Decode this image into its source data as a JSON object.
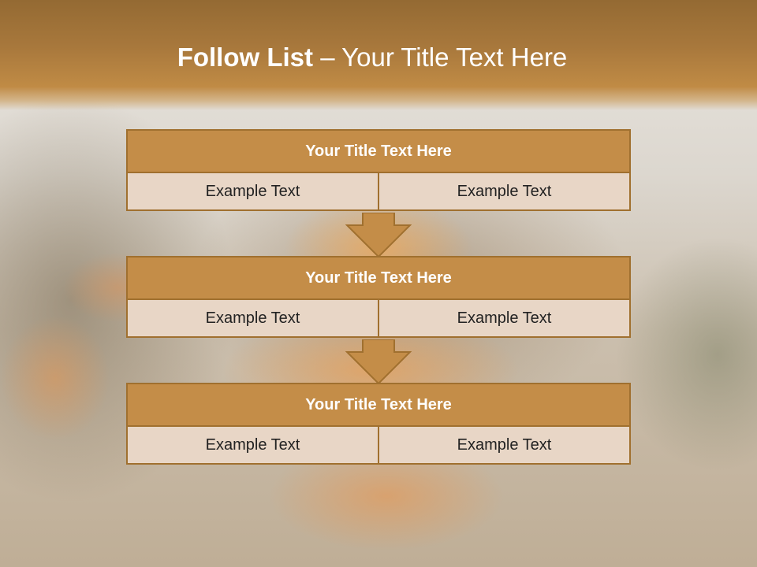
{
  "slide": {
    "title_bold": "Follow List",
    "title_rest": " – Your Title Text Here"
  },
  "steps": [
    {
      "title": "Your Title Text Here",
      "left": "Example Text",
      "right": "Example Text"
    },
    {
      "title": "Your Title Text Here",
      "left": "Example Text",
      "right": "Example Text"
    },
    {
      "title": "Your Title Text Here",
      "left": "Example Text",
      "right": "Example Text"
    }
  ],
  "colors": {
    "header": "#a8783c",
    "box_head": "#c48d48",
    "box_border": "#a0702f",
    "cell_fill": "#e8d6c6",
    "arrow_fill": "#c48d48"
  }
}
